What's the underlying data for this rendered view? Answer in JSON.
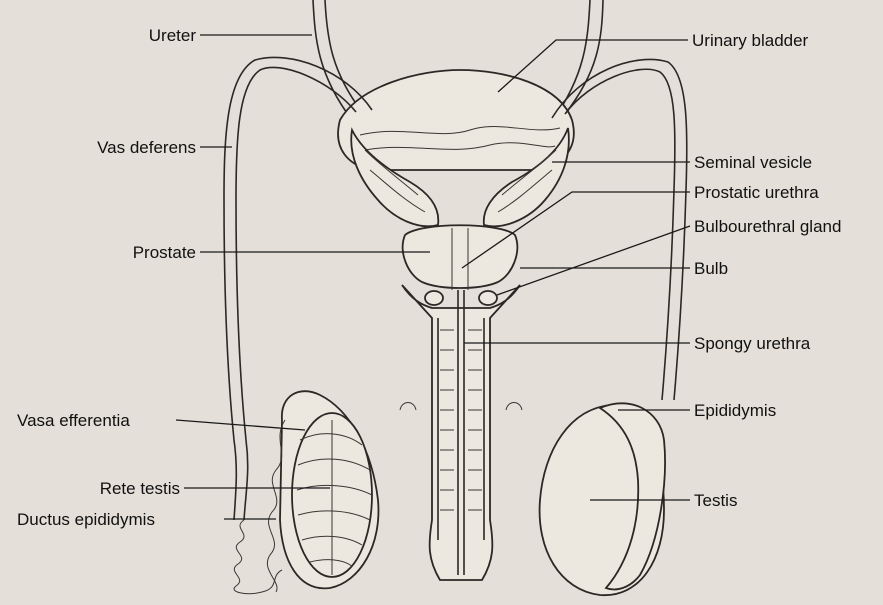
{
  "labels": {
    "ureter": "Ureter",
    "vas_deferens": "Vas deferens",
    "prostate": "Prostate",
    "vasa_efferentia": "Vasa efferentia",
    "rete_testis": "Rete testis",
    "ductus_epididymis": "Ductus epididymis",
    "urinary_bladder": "Urinary bladder",
    "seminal_vesicle": "Seminal vesicle",
    "prostatic_urethra": "Prostatic urethra",
    "bulbourethral_gland": "Bulbourethral gland",
    "bulb": "Bulb",
    "spongy_urethra": "Spongy urethra",
    "epididymis": "Epididymis",
    "testis": "Testis"
  },
  "colors": {
    "background": "#e4dfd8",
    "tissue": "#ece7df",
    "outline": "#2b2825",
    "label_text": "#111111"
  }
}
